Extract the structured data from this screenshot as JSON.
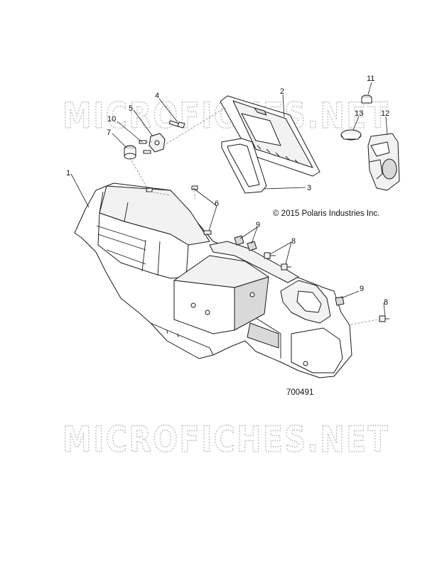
{
  "watermark": {
    "text": "MICROFICHES.NET"
  },
  "copyright": "© 2015 Polaris Industries Inc.",
  "figure_number": "700491",
  "callouts": {
    "c1": "1",
    "c2": "2",
    "c3": "3",
    "c4": "4",
    "c5": "5",
    "c6": "6",
    "c7": "7",
    "c8a": "8",
    "c8b": "8",
    "c9a": "9",
    "c9b": "9",
    "c10": "10",
    "c11": "11",
    "c12": "12",
    "c13": "13"
  },
  "colors": {
    "line": "#1a1a1a",
    "watermark": "#bdbdbd",
    "fill_light": "#f2f2f2",
    "fill_dark": "#d9d9d9"
  }
}
